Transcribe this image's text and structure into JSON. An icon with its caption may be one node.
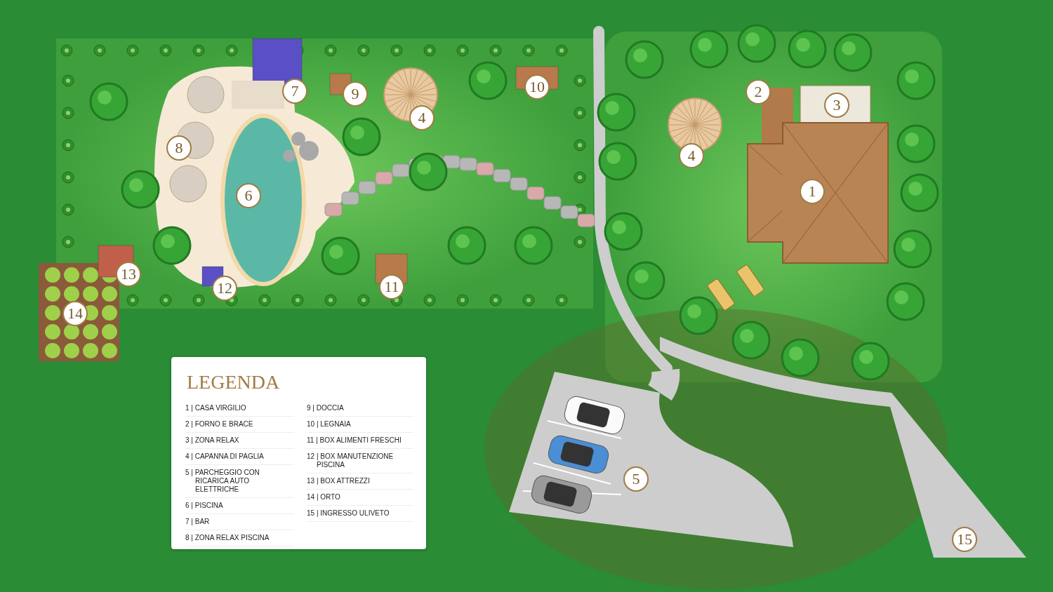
{
  "diagram": {
    "title": "LEGENDA",
    "labels": [
      "10",
      "7",
      "2",
      "9",
      "3",
      "4",
      "8",
      "4",
      "1",
      "6",
      "13",
      "11",
      "12",
      "14",
      "5",
      "15"
    ],
    "legend": [
      {
        "text": "1 | CASA VIRGILIO"
      },
      {
        "text": "2 | FORNO E BRACE"
      },
      {
        "text": "3 | ZONA RELAX"
      },
      {
        "text": "4 | CAPANNA DI PAGLIA"
      },
      {
        "text": "5 | PARCHEGGIO CON RICARICA AUTO ELETTRICHE"
      },
      {
        "text": "6 | PISCINA"
      },
      {
        "text": "7 | BAR"
      },
      {
        "text": "8 | ZONA RELAX PISCINA"
      },
      {
        "text": "9 | DOCCIA"
      },
      {
        "text": "10 | LEGNAIA"
      },
      {
        "text": "11 | BOX ALIMENTI FRESCHI"
      },
      {
        "text": "12 | BOX MANUTENZIONE PISCINA"
      },
      {
        "text": "13 | BOX ATTREZZI"
      },
      {
        "text": "14 | ORTO"
      },
      {
        "text": "15 | INGRESSO ULIVETO"
      }
    ]
  }
}
